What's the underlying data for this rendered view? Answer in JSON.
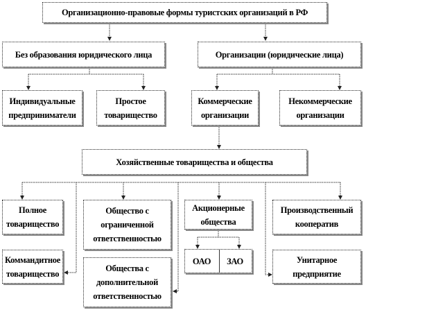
{
  "title": "Организационно-правовые формы  туристских организаций в РФ",
  "level1": {
    "left": "Без образования юридического лица",
    "right": "Организации (юридические лица)"
  },
  "level2": {
    "individual": "Индивидуальные предприниматели",
    "simple_partnership": "Простое товарищество",
    "commercial": "Коммерческие организации",
    "noncommercial": "Некоммерческие организации"
  },
  "level3": "Хозяйственные товарищества и общества",
  "level4": {
    "full_partnership": "Полное товарищество",
    "limited_partnership": "Коммандитное товарищество",
    "llc": "Общество с ограниченной ответственностью",
    "alc": "Общества с дополнительной ответственностью",
    "jsc": "Акционерные общества",
    "oao": "ОАО",
    "zao": "ЗАО",
    "coop": "Производственный кооператив",
    "unitary": "Унитарное предприятие"
  }
}
